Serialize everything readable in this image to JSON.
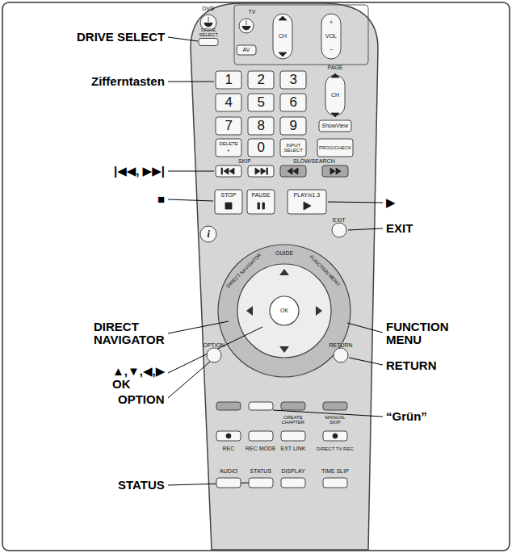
{
  "diagram": {
    "labels": [
      "DRIVE SELECT",
      "Zifferntasten",
      "|◀◀, ▶▶|",
      "■",
      "DIRECT NAVIGATOR",
      "▲,▼,◀,▶ OK",
      "OPTION",
      "STATUS",
      "▶",
      "EXIT",
      "FUNCTION MENU",
      "RETURN",
      "“Grün”",
      "DVD",
      "TV",
      "DRIVE SELECT",
      "AV",
      "CH",
      "+",
      "VOL",
      "−",
      "1",
      "2",
      "3",
      "4",
      "5",
      "6",
      "7",
      "8",
      "9",
      "PAGE",
      "CH",
      "ShowView",
      "DELETE",
      "*",
      "0",
      "INPUT SELECT",
      "PROG/CHECK",
      "SKIP",
      "SLOW/SEARCH",
      "STOP",
      "PAUSE",
      "PLAY/x1.3",
      "i",
      "EXIT",
      "GUIDE",
      "DIRECT NAVIGATOR",
      "FUNCTION MENU",
      "OK",
      "OPTION",
      "RETURN",
      "CREATE CHAPTER",
      "MANUAL SKIP",
      "REC",
      "REC MODE",
      "EXT LINK",
      "DIRECT TV REC",
      "AUDIO",
      "STATUS",
      "DISPLAY",
      "TIME SLIP"
    ]
  }
}
